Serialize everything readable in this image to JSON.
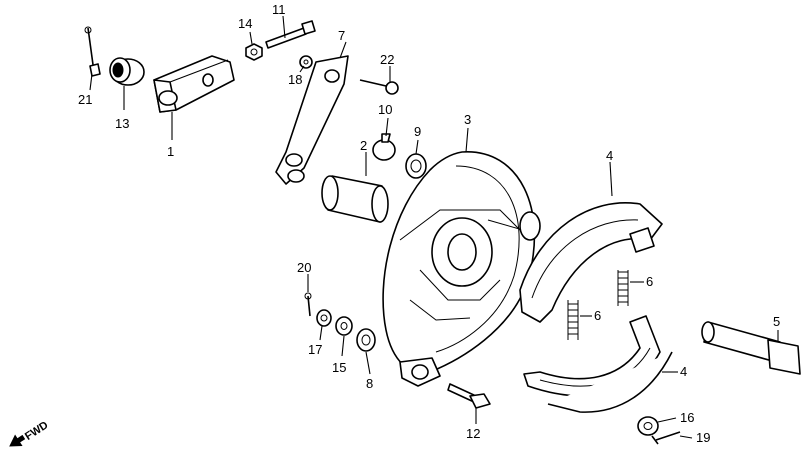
{
  "callouts": [
    {
      "id": "c1",
      "text": "1"
    },
    {
      "id": "c2",
      "text": "2"
    },
    {
      "id": "c3",
      "text": "3"
    },
    {
      "id": "c4a",
      "text": "4"
    },
    {
      "id": "c4b",
      "text": "4"
    },
    {
      "id": "c5",
      "text": "5"
    },
    {
      "id": "c6a",
      "text": "6"
    },
    {
      "id": "c6b",
      "text": "6"
    },
    {
      "id": "c7",
      "text": "7"
    },
    {
      "id": "c8",
      "text": "8"
    },
    {
      "id": "c9",
      "text": "9"
    },
    {
      "id": "c10",
      "text": "10"
    },
    {
      "id": "c11",
      "text": "11"
    },
    {
      "id": "c12",
      "text": "12"
    },
    {
      "id": "c13",
      "text": "13"
    },
    {
      "id": "c14",
      "text": "14"
    },
    {
      "id": "c15",
      "text": "15"
    },
    {
      "id": "c16",
      "text": "16"
    },
    {
      "id": "c17",
      "text": "17"
    },
    {
      "id": "c18",
      "text": "18"
    },
    {
      "id": "c19",
      "text": "19"
    },
    {
      "id": "c20",
      "text": "20"
    },
    {
      "id": "c21",
      "text": "21"
    },
    {
      "id": "c22",
      "text": "22"
    }
  ],
  "direction_indicator": {
    "text": "FWD"
  }
}
